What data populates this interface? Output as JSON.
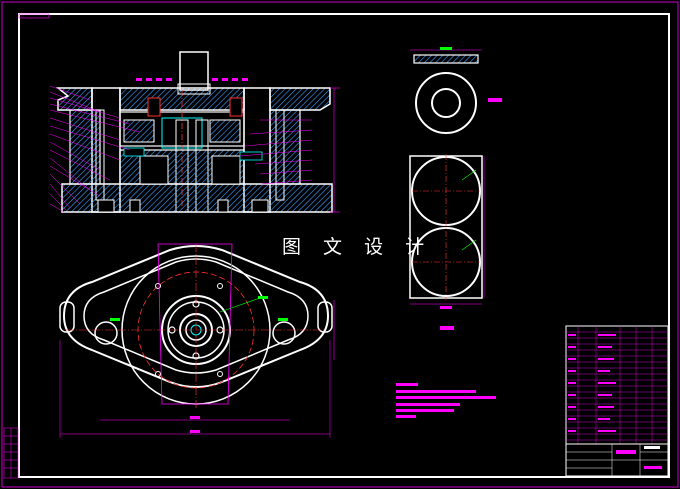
{
  "drawing": {
    "watermark_text": "图 文 设 计"
  },
  "colors": {
    "background": "#000000",
    "border": "#ffffff",
    "dimension": "#ff00ff",
    "hatch": "#3fa0ff",
    "centerline": "#ff3030",
    "green": "#00ff00",
    "cyan": "#00ffff"
  },
  "views": [
    "section-view",
    "plan-view",
    "part-detail-view",
    "notes",
    "title-block"
  ]
}
